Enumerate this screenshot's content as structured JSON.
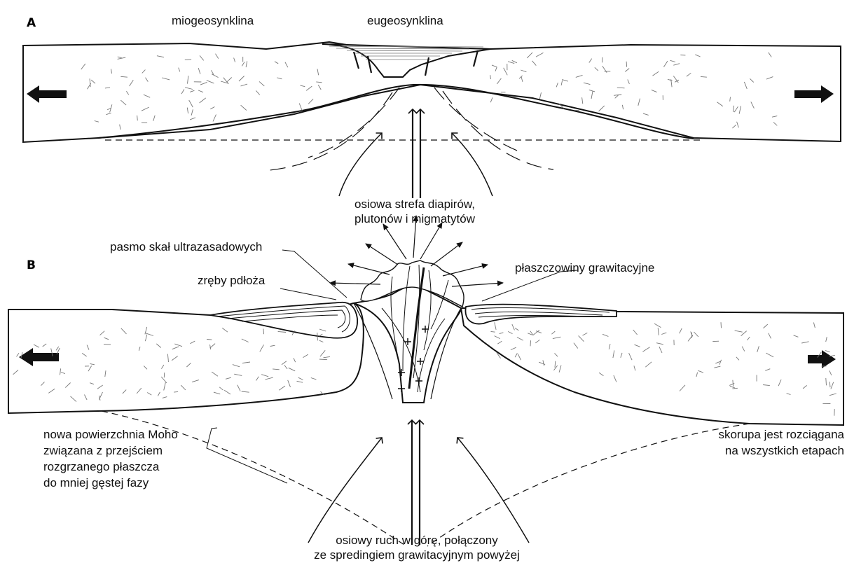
{
  "panel_a": {
    "letter": "A",
    "miogeosyncline_label": "miogeosynklina",
    "eugeosyncline_label": "eugeosynklina",
    "axial_zone_label_line1": "osiowa strefa diapirów,",
    "axial_zone_label_line2": "plutonów i migmatytów"
  },
  "panel_b": {
    "letter": "B",
    "ultrabasic_label": "pasmo skał ultrazasadowych",
    "basement_label": "zręby pdłoża",
    "gravity_nappes_label": "płaszczowiny grawitacyjne",
    "moho_label_lines": [
      "nowa powierzchnia Moho",
      "związana z przejściem",
      "rozgrzanego płaszcza",
      "do mniej gęstej fazy"
    ],
    "crust_label_lines": [
      "skorupa jest rozciągana",
      "na wszystkich etapach"
    ],
    "upward_motion_line1": "osiowy ruch w górę, połączony",
    "upward_motion_line2": "ze spredingiem grawitacyjnym powyżej"
  },
  "colors": {
    "ink": "#111111",
    "background": "#ffffff"
  },
  "icons": [
    "arrow-left-icon",
    "arrow-right-icon",
    "upward-arrow-icon",
    "plus-sign-icon"
  ]
}
